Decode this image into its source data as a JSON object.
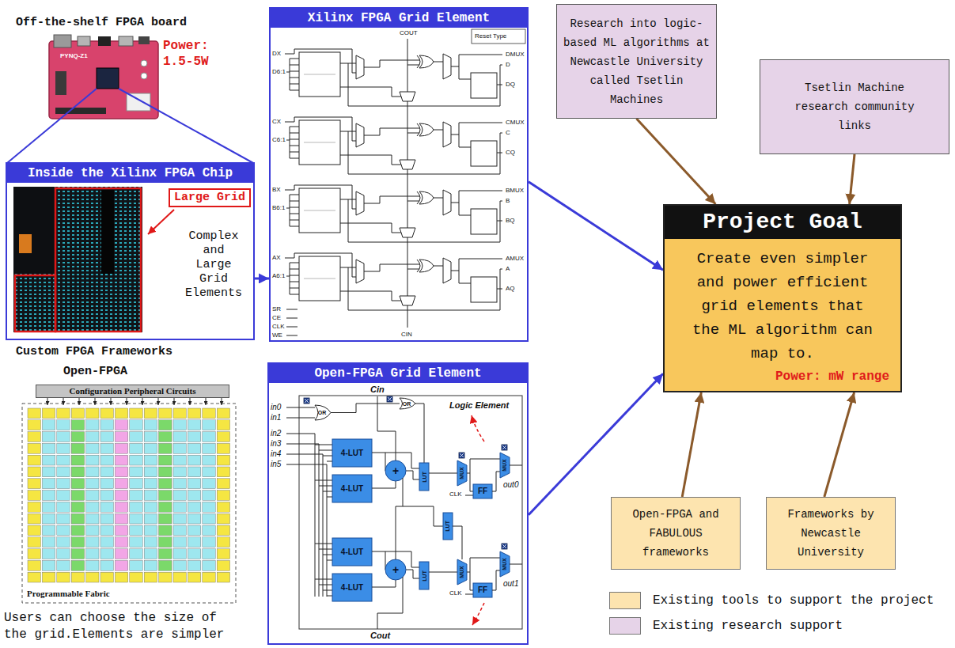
{
  "diagram": {
    "nodes": [
      {
        "text": [
          "Inside the Xilinx FPGA Chip",
          "Complex and Large Grid Elements"
        ]
      },
      {
        "text": [
          "Large Grid"
        ],
        "in": 0
      },
      {
        "text": [
          "Configuration Peripheral Circuits"
        ]
      },
      {
        "text": [
          "Xilinx FPGA Grid Element"
        ]
      },
      {
        "text": [
          "Open-FPGA Grid Element"
        ]
      },
      {
        "text": [
          "Research into logic-based ML algorithms at Newcastle University called Tsetlin Machines"
        ]
      },
      {
        "text": [
          "Tsetlin Machine research community links"
        ]
      },
      {
        "text": [
          "Project Goal",
          "Create even simpler and power efficient grid elements that the ML algorithm can map to.",
          "Power: mW range"
        ]
      },
      {
        "text": [
          "Open-FPGA and FABULOUS frameworks"
        ]
      },
      {
        "text": [
          "Frameworks by Newcastle University"
        ]
      }
    ],
    "edges": [
      {
        "from": 0,
        "to": 3,
        "arrow": "to"
      },
      {
        "from": 3,
        "to": 7,
        "arrow": "to"
      },
      {
        "from": 4,
        "to": 7,
        "arrow": "to"
      },
      {
        "from": 5,
        "to": 7,
        "arrow": "to"
      },
      {
        "from": 6,
        "to": 7,
        "arrow": "to"
      },
      {
        "from": 8,
        "to": 7,
        "arrow": "to"
      },
      {
        "from": 9,
        "to": 7,
        "arrow": "to"
      }
    ],
    "labels": [
      "Off-the-shelf FPGA board",
      "Power: 1.5-5W",
      "PYNQ-Z1",
      "Custom FPGA Frameworks",
      "Open-FPGA",
      "Programmable Fabric",
      "Users can choose the size of the grid.Elements are simpler",
      "COUT",
      "Reset Type",
      "DX",
      "D6:1",
      "CX",
      "C6:1",
      "BX",
      "B6:1",
      "AX",
      "A6:1",
      "SR",
      "CE",
      "CLK",
      "WE",
      "DMUX",
      "D",
      "DQ",
      "CMUX",
      "C",
      "CQ",
      "BMUX",
      "B",
      "BQ",
      "AMUX",
      "A",
      "AQ",
      "CIN",
      "Cin",
      "Logic Element",
      "in0",
      "in1",
      "in2",
      "in3",
      "in4",
      "in5",
      "OR",
      "OR",
      "4-LUT",
      "4-LUT",
      "4-LUT",
      "4-LUT",
      "+",
      "+",
      "LUT",
      "LUT",
      "LUT",
      "MUX",
      "MUX",
      "MUX",
      "MUX",
      "FF",
      "FF",
      "CLK",
      "CLK",
      "out0",
      "out1",
      "Cout"
    ],
    "legend": [
      {
        "text": "Existing tools to support the project",
        "color": "#fde4af"
      },
      {
        "text": "Existing research support",
        "color": "#e6d3e8"
      }
    ]
  }
}
